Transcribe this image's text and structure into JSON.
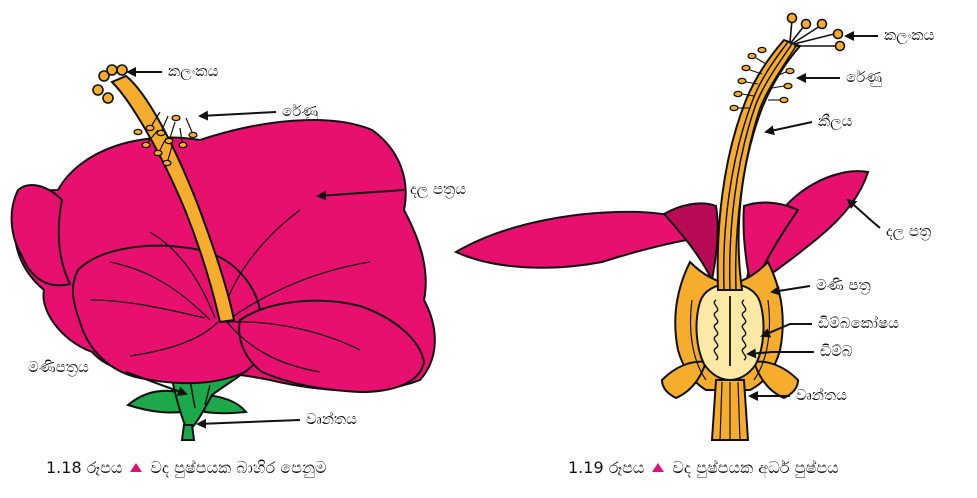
{
  "colors": {
    "petal": "#e8106e",
    "petal_dark": "#b80b55",
    "style": "#f6ad2d",
    "style_dark": "#d98a12",
    "sepal": "#1da84a",
    "outline": "#111111",
    "accent": "#e0107a"
  },
  "figure_1_18": {
    "labels": {
      "stigma": "කලංකය",
      "anther": "රේණු",
      "petal": "දල පත්‍රය",
      "sepal": "මණිපත්‍රය",
      "pedicel": "වෘන්තය"
    },
    "caption": {
      "number": "1.18 රූපය",
      "text": "වද පුෂ්පයක බාහිර පෙනුම"
    }
  },
  "figure_1_19": {
    "labels": {
      "stigma": "කලංකය",
      "anther": "රේණු",
      "style": "කීලය",
      "petal": "දල පත්‍ර",
      "sepal": "මණි පත්‍ර",
      "ovary": "ඩිම්බකෝෂය",
      "ovule": "ඩිම්බ",
      "pedicel": "වෘන්තය"
    },
    "caption": {
      "number": "1.19 රූපය",
      "text": "වද  පුෂ්පයක අර්ධ පුෂ්පය"
    }
  }
}
